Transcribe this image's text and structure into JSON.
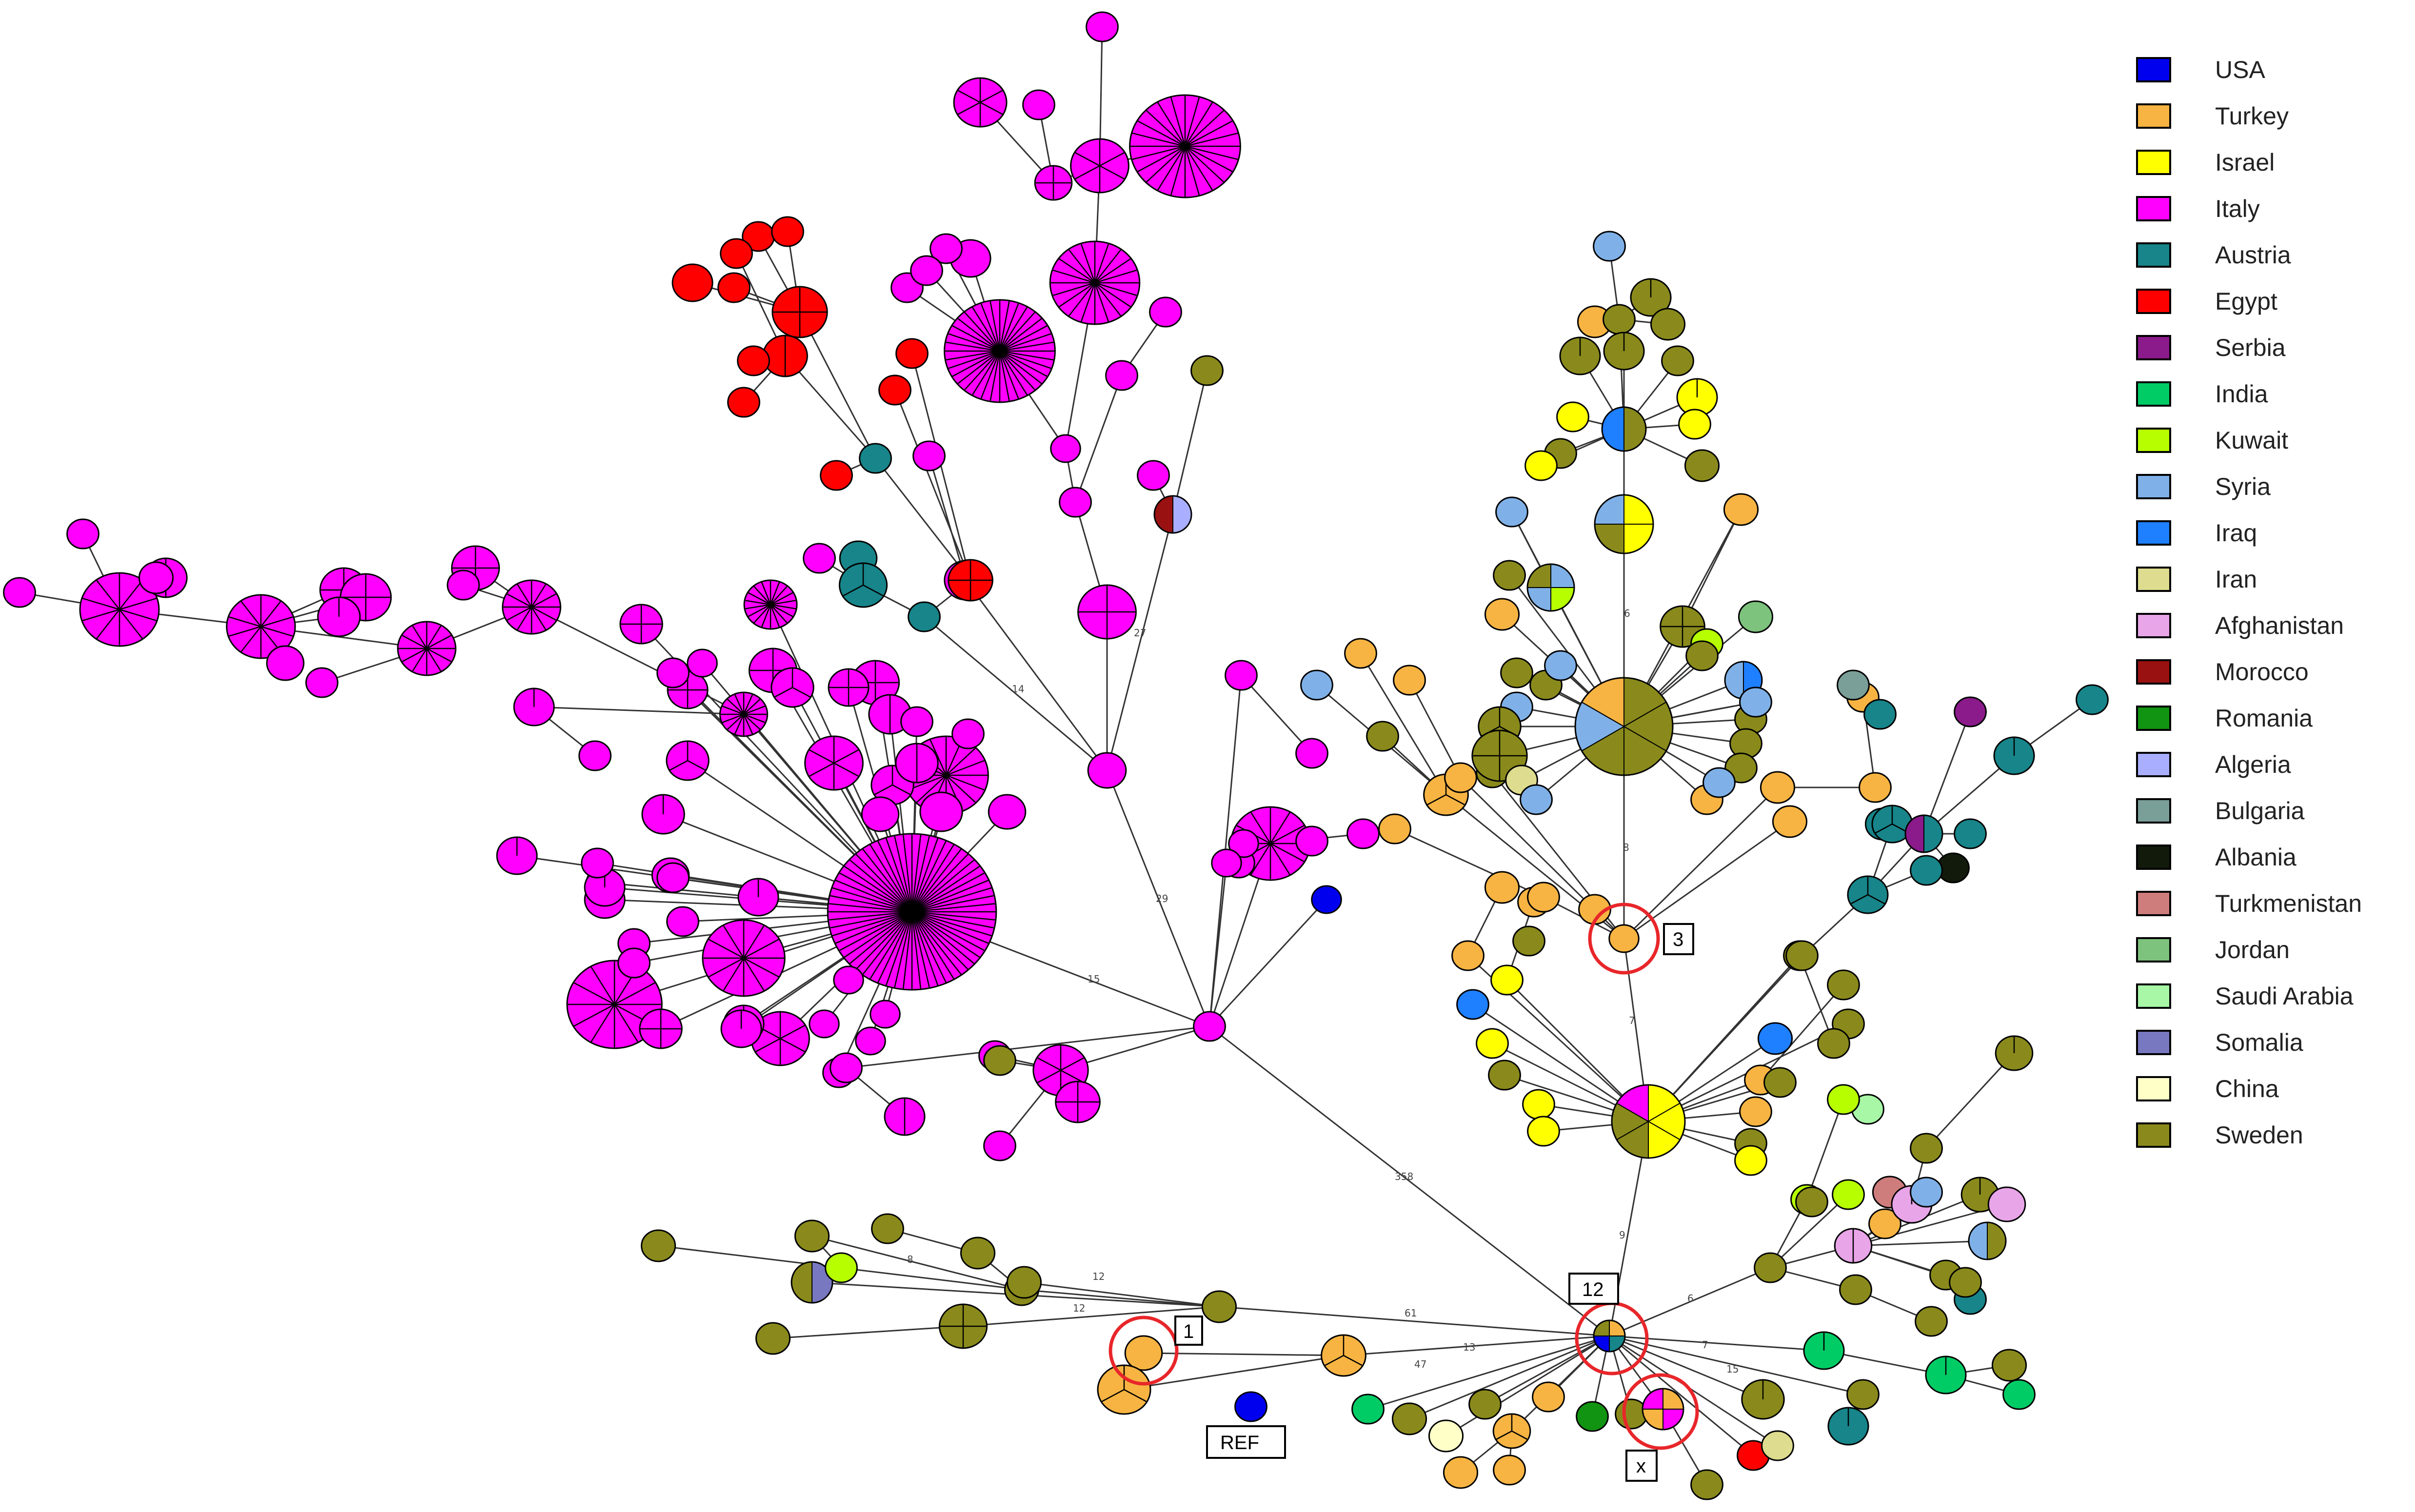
{
  "legend": [
    {
      "country": "USA",
      "color": "#0000ee"
    },
    {
      "country": "Turkey",
      "color": "#f7b442"
    },
    {
      "country": "Israel",
      "color": "#ffff00"
    },
    {
      "country": "Italy",
      "color": "#ff00ff"
    },
    {
      "country": "Austria",
      "color": "#17858a"
    },
    {
      "country": "Egypt",
      "color": "#ff0000"
    },
    {
      "country": "Serbia",
      "color": "#8b1a8b"
    },
    {
      "country": "India",
      "color": "#00cc66"
    },
    {
      "country": "Kuwait",
      "color": "#b7ff00"
    },
    {
      "country": "Syria",
      "color": "#7fb1e8"
    },
    {
      "country": "Iraq",
      "color": "#1e7fff"
    },
    {
      "country": "Iran",
      "color": "#dedc8e"
    },
    {
      "country": "Afghanistan",
      "color": "#e8a5e8"
    },
    {
      "country": "Morocco",
      "color": "#9a1111"
    },
    {
      "country": "Romania",
      "color": "#119411"
    },
    {
      "country": "Algeria",
      "color": "#a9aeff"
    },
    {
      "country": "Bulgaria",
      "color": "#7a9e98"
    },
    {
      "country": "Albania",
      "color": "#121a0c"
    },
    {
      "country": "Turkmenistan",
      "color": "#cf7c7c"
    },
    {
      "country": "Jordan",
      "color": "#7dc27d"
    },
    {
      "country": "Saudi Arabia",
      "color": "#a7f7a7"
    },
    {
      "country": "Somalia",
      "color": "#7878c0"
    },
    {
      "country": "China",
      "color": "#ffffc8"
    },
    {
      "country": "Sweden",
      "color": "#8a8a1c"
    }
  ],
  "callouts": {
    "one": "1",
    "three": "3",
    "twelve": "12",
    "x": "x",
    "ref": "REF"
  },
  "edge_labels": {
    "hub_to_root": "358",
    "left_branch": "61",
    "italy_main": "15",
    "italy_up": "29",
    "upper_branch": "14",
    "morocco": "27",
    "bottom_13": "13",
    "bottom_47": "47",
    "right_6": "6",
    "upper_9": "9",
    "upper_7": "7",
    "top_8": "8",
    "top_6": "6",
    "sweden_12a": "12",
    "sweden_12b": "12",
    "sweden_8": "8",
    "right_7": "7",
    "right_15": "15"
  }
}
